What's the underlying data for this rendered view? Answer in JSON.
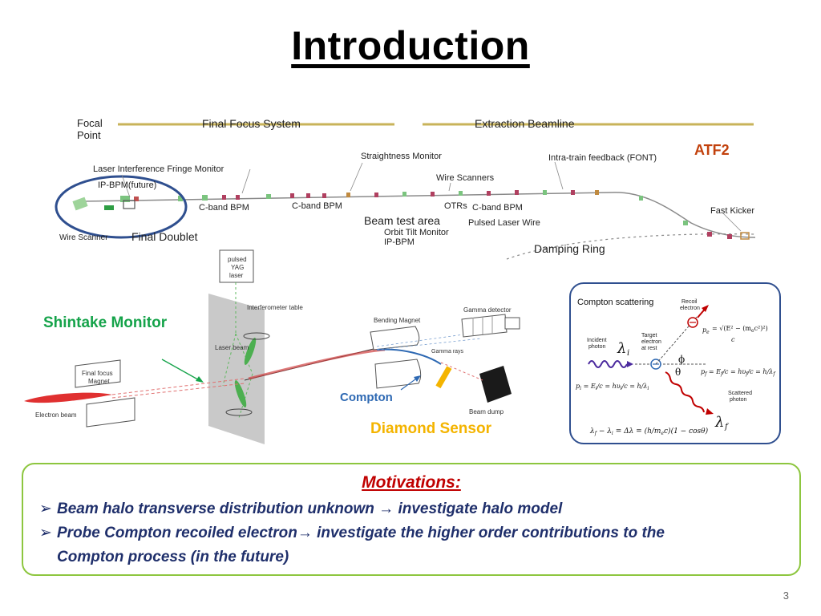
{
  "slide": {
    "title": "Introduction",
    "page_number": "3"
  },
  "beamline": {
    "header_left": "Final Focus System",
    "header_right": "Extraction Beamline",
    "focal_point": [
      "Focal",
      "Point"
    ],
    "atf2_label": "ATF2",
    "labels": {
      "laser_fringe_monitor": "Laser Interference Fringe Monitor",
      "ip_bpm_future": "IP-BPM(future)",
      "wire_scanner": "Wire Scanner",
      "final_doublet": "Final Doublet",
      "cband_bpm_1": "C-band BPM",
      "cband_bpm_2": "C-band BPM",
      "straightness_monitor": "Straightness Monitor",
      "wire_scanners": "Wire Scanners",
      "beam_test_area": "Beam test area",
      "orbit_tilt_monitor": "Orbit Tilt Monitor",
      "ip_bpm": "IP-BPM",
      "otrs": "OTRs",
      "cband_bpm_3": "C-band BPM",
      "pulsed_laser_wire": "Pulsed Laser Wire",
      "intra_train_feedback": "Intra-train feedback (FONT)",
      "fast_kicker": "Fast Kicker",
      "damping_ring": "Damping Ring"
    }
  },
  "setup": {
    "shintake_monitor": "Shintake Monitor",
    "compton": "Compton",
    "diamond_sensor": "Diamond Sensor",
    "labels": {
      "pulsed_yag_laser": [
        "pulsed",
        "YAG",
        "laser"
      ],
      "interferometer_table": "Interferometer table",
      "laser_beam": "Laser beam",
      "final_focus_magnet": [
        "Final focus",
        "Magnet"
      ],
      "electron_beam": "Electron beam",
      "bending_magnet": "Bending Magnet",
      "gamma_detector": "Gamma detector",
      "gamma_rays": "Gamma rays",
      "beam_dump": "Beam dump"
    }
  },
  "compton_box": {
    "title": "Compton scattering",
    "recoil_electron": [
      "Recoil",
      "electron"
    ],
    "incident_photon": [
      "Incident",
      "photon"
    ],
    "target_electron": [
      "Target",
      "electron",
      "at rest"
    ],
    "scattered_photon": [
      "Scattered",
      "photon"
    ]
  },
  "motivations": {
    "title": "Motivations:",
    "bullet_1": "Beam halo transverse distribution unknown → investigate halo model",
    "bullet_2": "Probe Compton recoiled electron→ investigate the higher order contributions to the",
    "bullet_2_cont": "Compton process (in the future)"
  },
  "colors": {
    "title": "#000000",
    "atf2": "#c2410c",
    "shintake": "#15a34a",
    "compton_label": "#2e69b3",
    "diamond": "#f4b400",
    "motivations_title": "#c00000",
    "bullet_text": "#1f2f6b",
    "motivations_border": "#8dc63f",
    "compton_box_border": "#2f4f8f",
    "ip_ellipse": "#2f4f8f"
  }
}
